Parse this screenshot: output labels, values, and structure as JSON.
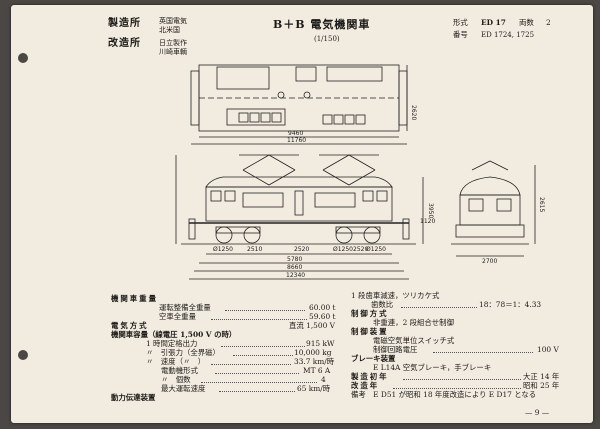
{
  "header": {
    "mfr_label": "製造所",
    "mfr_names": [
      "英国電気",
      "北米国"
    ],
    "mod_label": "改造所",
    "mod_names": [
      "日立製作",
      "川崎車輌"
    ],
    "title": "B＋B 電気機関車",
    "scale": "(1/150)",
    "form_label": "形式",
    "form_value": "ED 17",
    "count_label": "両数",
    "count_value": "2",
    "number_label": "番号",
    "number_value": "ED 1724, 1725"
  },
  "dimensions": {
    "top_height": "2620",
    "top_len_inner": "9460",
    "top_len_outer": "11760",
    "side_h1": "3950",
    "side_h2": "1120",
    "wheel1": "Ø1250",
    "wheel2": "Ø1250",
    "wheel3": "Ø1250",
    "axle1": "2510",
    "axle2": "2520",
    "axle3": "2520",
    "total1": "5780",
    "total2": "8660",
    "total3": "12340",
    "end_h": "2615",
    "end_w": "2700"
  },
  "specs_left": [
    {
      "label": "機関車重量",
      "value": ""
    },
    {
      "label": "運転整備全重量",
      "value": "60.00 t"
    },
    {
      "label": "空車全重量",
      "value": "59.60 t"
    },
    {
      "label": "電気方式",
      "value": "直流 1,500 V"
    },
    {
      "label": "機関車容量（線電圧 1,500 V の時）",
      "value": ""
    },
    {
      "label": "1 時間定格出力",
      "value": "915 kW"
    },
    {
      "label": "〃　引張力（全界磁）",
      "value": "10,000 kg"
    },
    {
      "label": "〃　速度（〃　）",
      "value": "33.7 km/時"
    },
    {
      "label": "電動機形式",
      "value": "MT 6 A"
    },
    {
      "label": "〃　個数",
      "value": "4"
    },
    {
      "label": "最大運転速度",
      "value": "65 km/時"
    },
    {
      "label": "動力伝達装置",
      "value": ""
    }
  ],
  "specs_right": [
    {
      "label": "1 段歯車減速，ツリカケ式",
      "value": ""
    },
    {
      "label": "歯数比",
      "value": "18：78＝1：4.33"
    },
    {
      "label": "制御方式",
      "value": ""
    },
    {
      "label": "非重連，2 段組合せ制御",
      "value": ""
    },
    {
      "label": "制御装置",
      "value": ""
    },
    {
      "label": "電磁空気単位スイッチ式",
      "value": ""
    },
    {
      "label": "制御回路電圧",
      "value": "100 V"
    },
    {
      "label": "ブレーキ装置",
      "value": ""
    },
    {
      "label": "E L14A 空気ブレーキ，手ブレーキ",
      "value": ""
    },
    {
      "label": "製造初年",
      "value": "大正 14 年"
    },
    {
      "label": "改造年",
      "value": "昭和 25 年"
    },
    {
      "label": "備考　E D51 が昭和 18 年度改造により E D17 となる",
      "value": ""
    }
  ],
  "page_number": "— 9 —"
}
